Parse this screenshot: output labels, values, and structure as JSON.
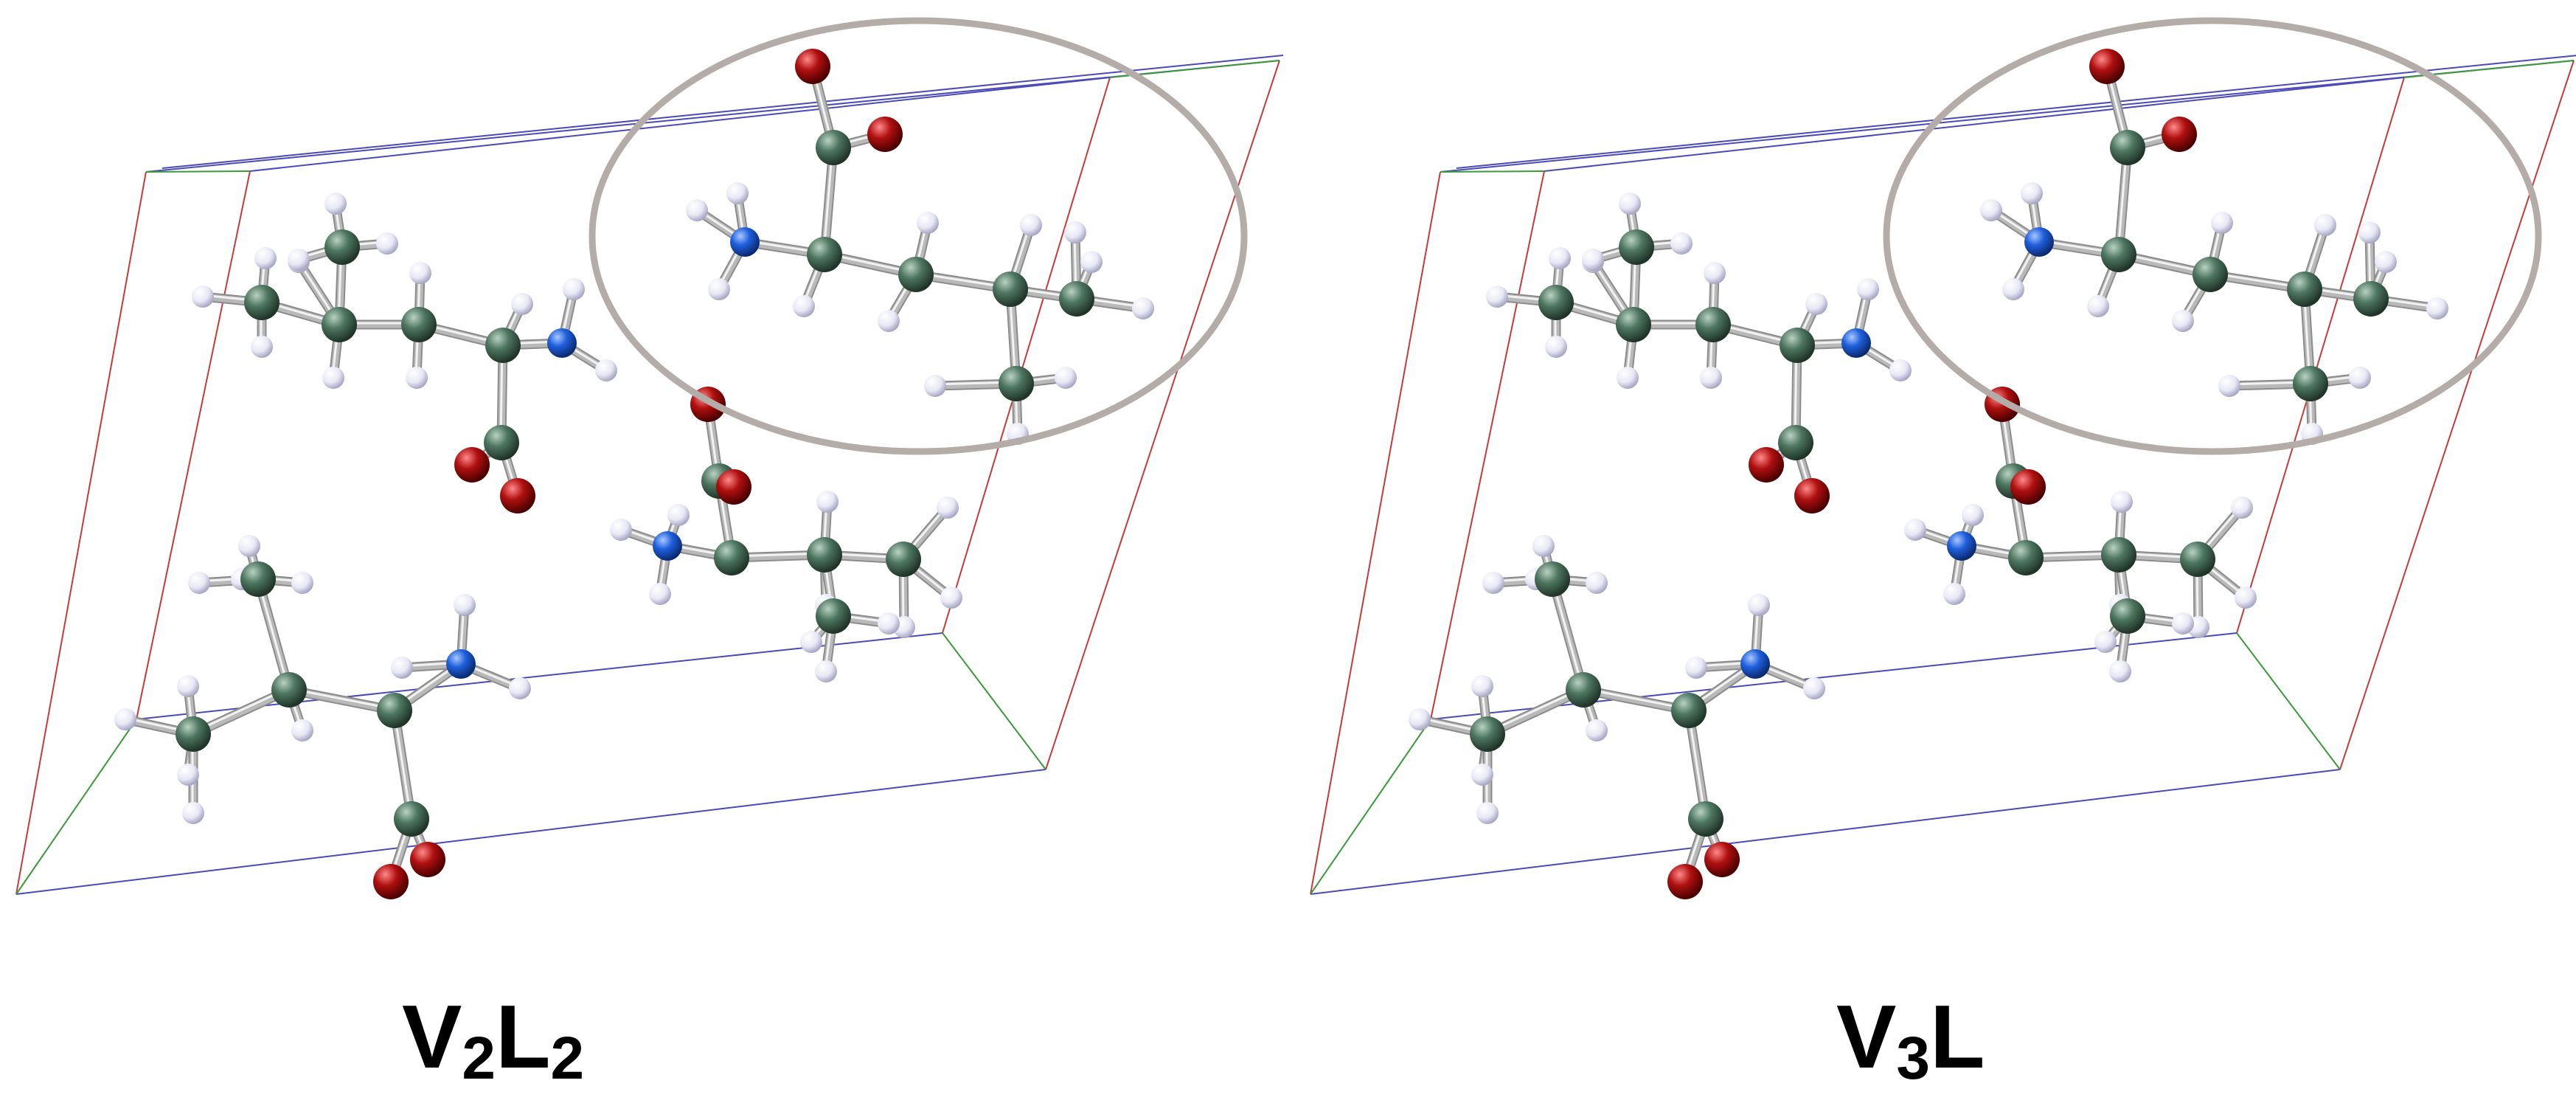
{
  "panels": [
    {
      "id": "v2l2",
      "label": {
        "a": "V",
        "a_sub": "2",
        "b": "L",
        "b_sub": "2"
      }
    },
    {
      "id": "v3l",
      "label": {
        "a": "V",
        "a_sub": "3",
        "b": "L",
        "b_sub": ""
      }
    }
  ],
  "colors": {
    "carbon": "#4e7660",
    "oxygen": "#b01010",
    "nitrogen": "#1f5fdc",
    "hydrogen": "#eeeeff",
    "bond": "#b9b9b9",
    "cell_a": "#c83a3a",
    "cell_b": "#4a4ab8",
    "cell_c": "#3a9a3a",
    "highlight_ring": "#b4aca8"
  }
}
